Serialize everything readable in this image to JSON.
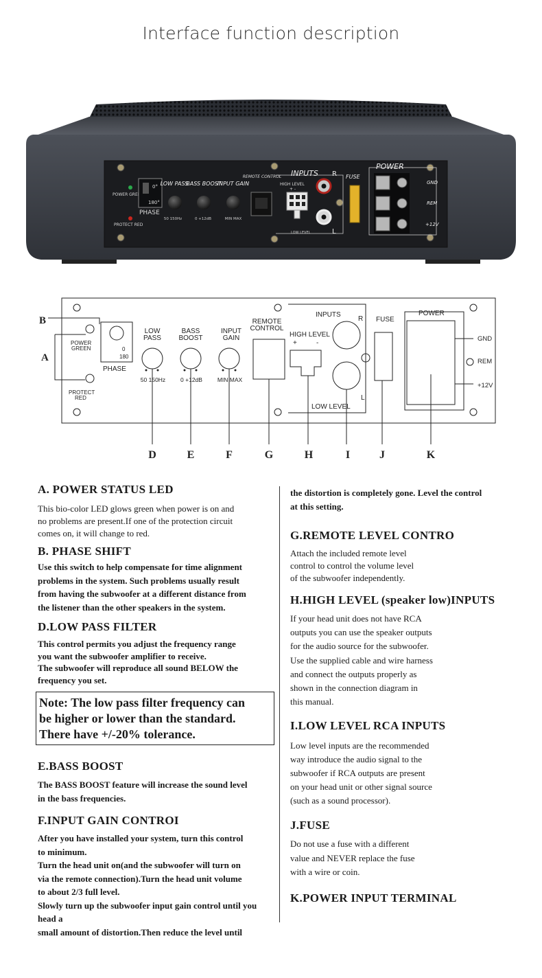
{
  "page_title": "Interface function description",
  "photo_panel": {
    "power_green": "POWER GREEN",
    "protect_red": "PROTECT RED",
    "phase": "PHASE",
    "phase_0": "0°",
    "phase_180": "180°",
    "low_pass": "LOW PASS",
    "low_pass_range": "50  150Hz",
    "bass_boost": "BASS BOOST",
    "bass_boost_range": "0  +12dB",
    "input_gain": "INPUT GAIN",
    "input_gain_range": "MIN  MAX",
    "remote_control": "REMOTE CONTROL",
    "inputs": "INPUTS",
    "r": "R",
    "l": "L",
    "high_level": "HIGH  LEVEL",
    "plus_minus": "+    -",
    "low_level": "LOW   LEVEL",
    "fuse": "FUSE",
    "power": "POWER",
    "gnd": "GND",
    "rem": "REM",
    "plus12v": "+12V"
  },
  "diagram": {
    "letter_a": "A",
    "letter_b": "B",
    "power_green_1": "POWER",
    "power_green_2": "GREEN",
    "protect_1": "PROTECT",
    "protect_2": "RED",
    "phase": "PHASE",
    "phase_0": "0",
    "phase_180": "180",
    "low_pass_1": "LOW",
    "low_pass_2": "PASS",
    "low_pass_range": "50  150Hz",
    "bass_1": "BASS",
    "bass_2": "BOOST",
    "bass_range": "0  +12dB",
    "gain_1": "INPUT",
    "gain_2": "GAIN",
    "gain_range": "MIN  MAX",
    "remote_1": "REMOTE",
    "remote_2": "CONTROL",
    "inputs": "INPUTS",
    "r": "R",
    "l": "L",
    "high_level": "HIGH  LEVEL",
    "plus": "+",
    "minus": "-",
    "low_level": "LOW LEVEL",
    "fuse": "FUSE",
    "power": "POWER",
    "gnd": "GND",
    "rem": "REM",
    "plus12v": "+12V",
    "letters": [
      "D",
      "E",
      "F",
      "G",
      "H",
      "I",
      "J",
      "K"
    ]
  },
  "left_col": {
    "a_title": "A. POWER  STATUS LED",
    "a_body": "This bio-color LED glows green when power is on and\nno problems are present.If one of the protection circuit\ncomes on, it will change to red.",
    "b_title": "B. PHASE  SHIFT",
    "b_body": "Use this switch to help compensate for time alignment\nproblems in the system. Such problems usually result\nfrom having the subwoofer at a different distance from\nthe listener than the other speakers in the system.",
    "d_title": "D.LOW PASS FILTER",
    "d_body": "This control permits you adjust the frequency range\nyou want the subwoofer amplifier to receive.\nThe subwoofer will reproduce all sound BELOW the\nfrequency  you set.",
    "note": "Note: The low pass filter frequency can\nbe higher or lower than the standard.\nThere have +/-20% tolerance.",
    "e_title": "E.BASS  BOOST",
    "e_body": "The BASS BOOST feature will increase the sound level\nin the bass frequencies.",
    "f_title": "F.INPUT GAIN CONTROI",
    "f_body": "After you have installed your system, turn this control\nto minimum.\nTurn the head unit on(and the subwoofer will turn on\nvia the remote connection).Turn the head unit volume\nto about 2/3 full level.\nSlowly turn up the subwoofer input gain control until you head a\nsmall amount of distortion.Then reduce the level until"
  },
  "right_col": {
    "f_cont": "the distortion is completely gone. Level the control\nat this setting.",
    "g_title": "G.REMOTE  LEVEL  CONTRO",
    "g_body": "Attach the included remote level\ncontrol to control the volume level\nof the subwoofer independently.",
    "h_title": "H.HIGH LEVEL (speaker low)INPUTS",
    "h_body": "If your head unit does not have RCA\noutputs you can use the speaker outputs\nfor the audio source for the subwoofer.\nUse the supplied cable and wire harness\nand connect the outputs properly as\nshown in the connection diagram in\nthis manual.",
    "i_title": "I.LOW LEVEL RCA INPUTS",
    "i_body": "Low level inputs are the recommended\nway introduce the audio signal to the\nsubwoofer if RCA outputs are present\non your head unit or other signal source\n(such as a sound processor).",
    "j_title": "J.FUSE",
    "j_body": "Do not use a fuse with a different\nvalue and NEVER replace the fuse\nwith a wire or coin.",
    "k_title": "K.POWER INPUT TERMINAL"
  }
}
